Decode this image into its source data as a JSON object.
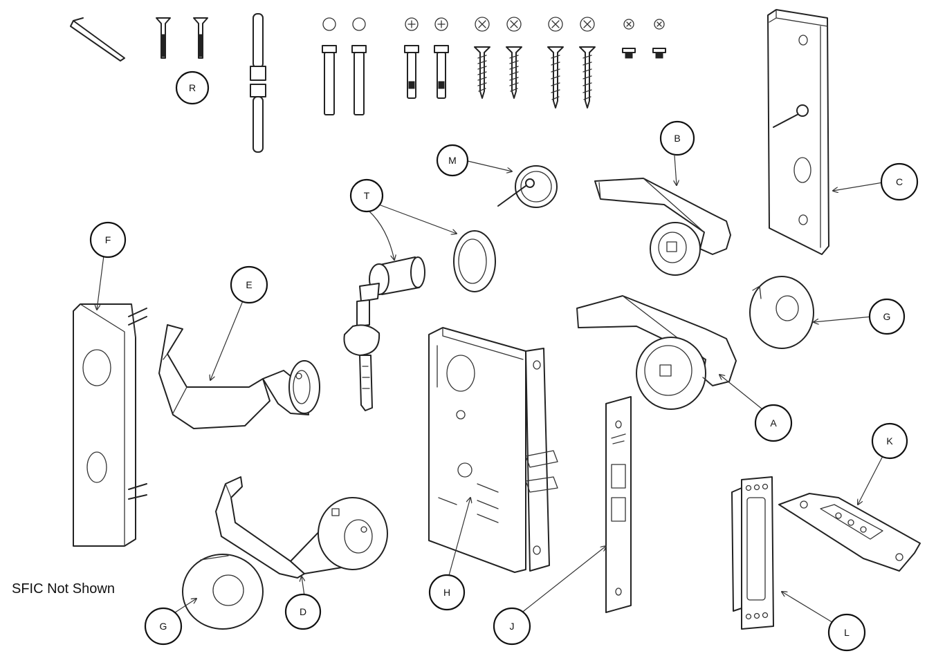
{
  "note": "SFIC Not Shown",
  "callouts": {
    "a": "A",
    "b": "B",
    "c": "C",
    "d": "D",
    "e": "E",
    "f": "F",
    "g1": "G",
    "g2": "G",
    "h": "H",
    "j": "J",
    "k": "K",
    "l": "L",
    "m": "M",
    "r": "R",
    "t": "T"
  },
  "colors": {
    "line": "#222222",
    "background": "#ffffff"
  }
}
